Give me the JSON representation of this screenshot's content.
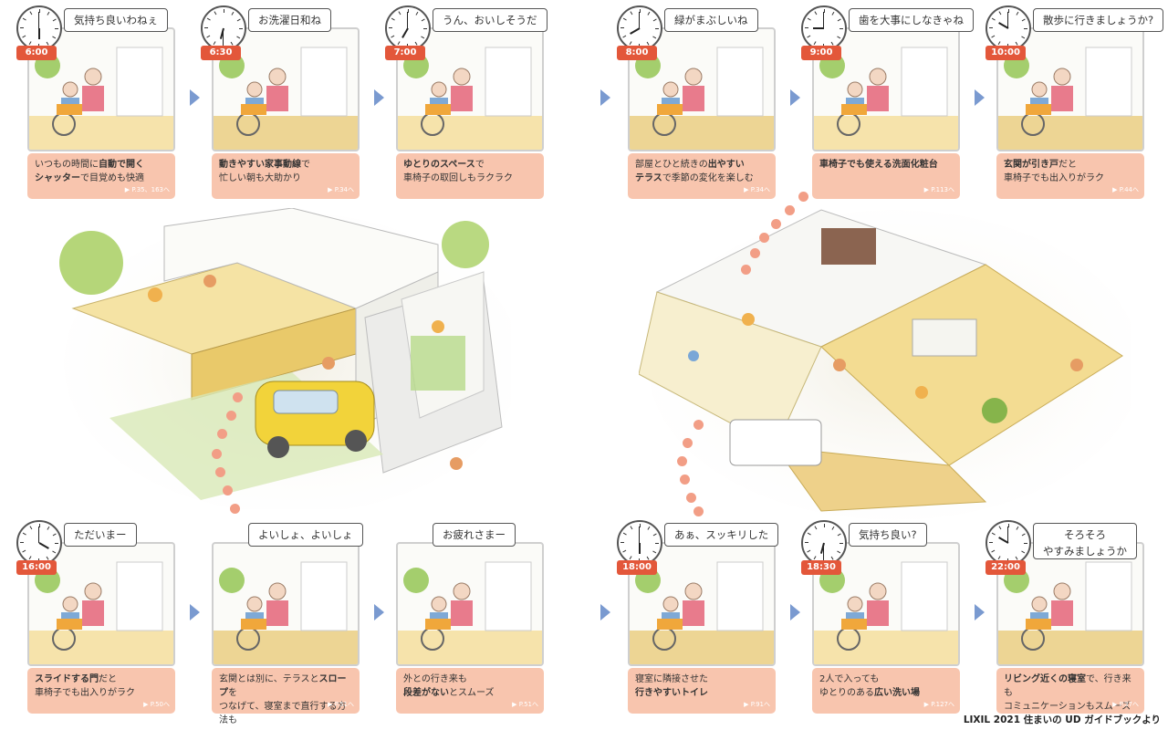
{
  "morning": [
    {
      "time": "6:00",
      "speech": "気持ち良いわねぇ",
      "caption_parts": [
        [
          "いつもの時間に",
          false
        ],
        [
          "自動で開く",
          true
        ],
        [
          "\n",
          false
        ],
        [
          "シャッター",
          true
        ],
        [
          "で目覚めも快適",
          false
        ]
      ],
      "ref": "▶ P.35、163へ"
    },
    {
      "time": "6:30",
      "speech": "お洗濯日和ね",
      "caption_parts": [
        [
          "動きやすい家事動線",
          true
        ],
        [
          "で\n忙しい朝も大助かり",
          false
        ]
      ],
      "ref": "▶ P.34へ"
    },
    {
      "time": "7:00",
      "speech": "うん、おいしそうだ",
      "caption_parts": [
        [
          "ゆとりのスペース",
          true
        ],
        [
          "で\n車椅子の取回しもラクラク",
          false
        ]
      ],
      "ref": ""
    },
    {
      "time": "8:00",
      "speech": "緑がまぶしいね",
      "caption_parts": [
        [
          "部屋とひと続きの",
          false
        ],
        [
          "出やすい",
          true
        ],
        [
          "\n",
          false
        ],
        [
          "テラス",
          true
        ],
        [
          "で季節の変化を楽しむ",
          false
        ]
      ],
      "ref": "▶ P.34へ"
    },
    {
      "time": "9:00",
      "speech": "歯を大事にしなきゃね",
      "caption_parts": [
        [
          "車椅子でも使える洗面化粧台",
          true
        ]
      ],
      "ref": "▶ P.113へ"
    },
    {
      "time": "10:00",
      "speech": "散歩に行きましょうか?",
      "caption_parts": [
        [
          "玄関が引き戸",
          true
        ],
        [
          "だと\n車椅子でも出入りがラク",
          false
        ]
      ],
      "ref": "▶ P.44へ"
    }
  ],
  "evening": [
    {
      "time": "16:00",
      "speech": "ただいまー",
      "caption_parts": [
        [
          "スライドする門",
          true
        ],
        [
          "だと\n車椅子でも出入りがラク",
          false
        ]
      ],
      "ref": "▶ P.50へ"
    },
    {
      "time": "",
      "speech": "よいしょ、よいしょ",
      "caption_parts": [
        [
          "玄関とは別に、テラスと",
          false
        ],
        [
          "スロープ",
          true
        ],
        [
          "を\nつなげて、寝室まで直行する方法も",
          false
        ]
      ],
      "ref": "▶ P.51へ"
    },
    {
      "time": "",
      "speech": "お疲れさまー",
      "caption_parts": [
        [
          "外との行き来も\n",
          false
        ],
        [
          "段差がない",
          true
        ],
        [
          "とスムーズ",
          false
        ]
      ],
      "ref": "▶ P.51へ"
    },
    {
      "time": "18:00",
      "speech": "あぁ、スッキリした",
      "caption_parts": [
        [
          "寝室に隣接させた\n",
          false
        ],
        [
          "行きやすいトイレ",
          true
        ]
      ],
      "ref": "▶ P.91へ"
    },
    {
      "time": "18:30",
      "speech": "気持ち良い?",
      "caption_parts": [
        [
          "2人で入っても\nゆとりのある",
          false
        ],
        [
          "広い洗い場",
          true
        ]
      ],
      "ref": "▶ P.127へ"
    },
    {
      "time": "22:00",
      "speech": "そろそろ\nやすみましょうか",
      "caption_parts": [
        [
          "リビング近くの寝室",
          true
        ],
        [
          "で、行き来も\nコミュニケーションもスムーズ",
          false
        ]
      ],
      "ref": "▶ P.37へ"
    }
  ],
  "footer": "LIXIL  2021 住まいの UD ガイドブックより",
  "colors": {
    "time_badge": "#e3573a",
    "caption_bg": "#f8c5ae",
    "arrow": "#7a9ad0",
    "dot": "#f29e86",
    "floor": "#f3d98a",
    "wood": "#e7c46a",
    "green": "#8fc34a",
    "car": "#f2d33a"
  }
}
